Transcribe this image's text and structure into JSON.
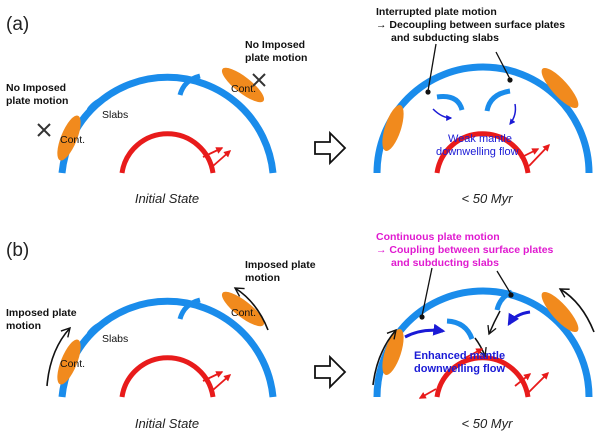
{
  "colors": {
    "plate": "#1a8ceb",
    "continent": "#f18a1d",
    "core": "#e81b1b",
    "flow": "#1a1ad6",
    "coupling_text": "#e01ad0",
    "ink": "#111111"
  },
  "panel_a": {
    "letter": "(a)",
    "left_note_1": "No Imposed",
    "left_note_2": "plate motion",
    "right_note_1": "No Imposed",
    "right_note_2": "plate motion",
    "slabs_label": "Slabs",
    "cont_left": "Cont.",
    "cont_right": "Cont.",
    "initial_caption": "Initial State",
    "result_caption": "< 50 Myr",
    "headline_1": "Interrupted plate motion",
    "headline_2": "→ Decoupling between surface plates",
    "headline_3": "and subducting slabs",
    "flow_1": "Weak mantle",
    "flow_2": "downwelling flow"
  },
  "panel_b": {
    "letter": "(b)",
    "left_note_1": "Imposed plate",
    "left_note_2": "motion",
    "right_note_1": "Imposed plate",
    "right_note_2": "motion",
    "slabs_label": "Slabs",
    "cont_left": "Cont.",
    "cont_right": "Cont.",
    "initial_caption": "Initial State",
    "result_caption": "< 50 Myr",
    "headline_1": "Continuous plate motion",
    "headline_2": "→ Coupling between surface plates",
    "headline_3": "and subducting slabs",
    "flow_1": "Enhanced mantle",
    "flow_2": "downwelling flow"
  }
}
